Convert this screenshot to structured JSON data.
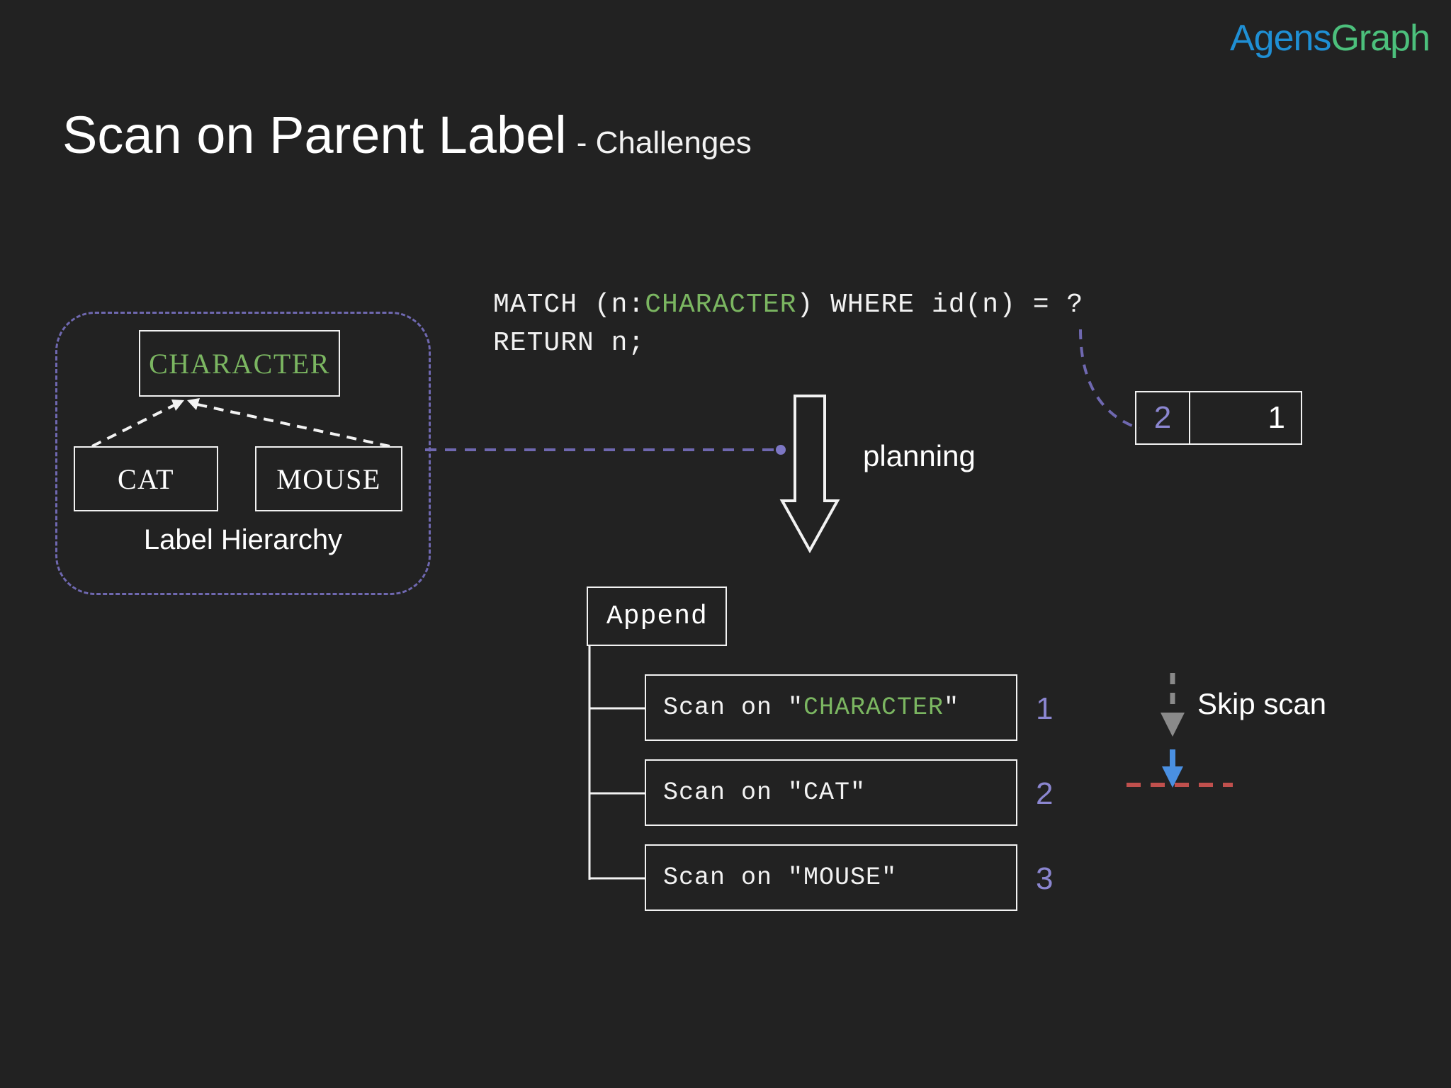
{
  "brand": {
    "logo_first": "Agens",
    "logo_second": "Graph",
    "logo_first_color": "#1f8fd4",
    "logo_second_color": "#4cc07c"
  },
  "title": {
    "main": "Scan on Parent Label",
    "subtitle": "- Challenges"
  },
  "hierarchy": {
    "caption": "Label Hierarchy",
    "parent": "CHARACTER",
    "parent_color": "#7bb661",
    "children": [
      "CAT",
      "MOUSE"
    ],
    "border_color": "#6f68b0"
  },
  "query": {
    "line1_prefix": "MATCH (n:",
    "line1_label": "CHARACTER",
    "line1_suffix": ") WHERE id(n) = ?",
    "line2": "RETURN n;"
  },
  "planning": {
    "label": "planning"
  },
  "param_box": {
    "left_value": "2",
    "right_value": "1",
    "left_color": "#8b86d0",
    "right_color": "#ffffff"
  },
  "plan": {
    "root": "Append",
    "rows": [
      {
        "prefix": "Scan on \"",
        "label": "CHARACTER",
        "suffix": "\"",
        "index": "1",
        "highlight": true
      },
      {
        "prefix": "Scan on \"",
        "label": "CAT",
        "suffix": "\"",
        "index": "2",
        "highlight": false
      },
      {
        "prefix": "Scan on \"",
        "label": "MOUSE",
        "suffix": "\"",
        "index": "3",
        "highlight": false
      }
    ],
    "index_color": "#8b86d0"
  },
  "skip": {
    "label": "Skip scan",
    "gray_arrow_color": "#8a8a8a",
    "blue_arrow_color": "#4a90e2",
    "red_line_color": "#c0504d"
  },
  "colors": {
    "background": "#222222",
    "stroke": "#f2f2f2",
    "accent_green": "#7bb661",
    "accent_purple": "#8b86d0"
  }
}
